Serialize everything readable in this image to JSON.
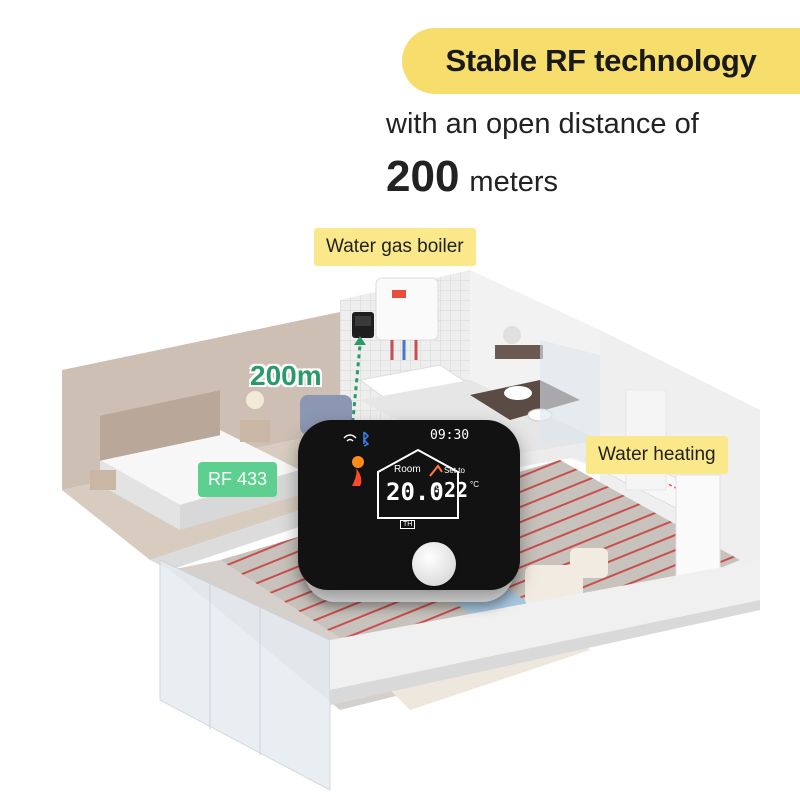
{
  "headline": {
    "banner_text": "Stable RF technology",
    "line1": "with an open distance of",
    "distance_value": "200",
    "distance_unit": "meters"
  },
  "tags": {
    "boiler": "Water gas boiler",
    "heating": "Water heating",
    "rf": "RF 433",
    "distance": "200m"
  },
  "thermostat": {
    "time": "09:30",
    "room_label": "Room",
    "room_temp": "20.0",
    "set_label": "Set to",
    "set_temp": "22",
    "unit": "°C",
    "tab_label": "TH"
  },
  "colors": {
    "banner": "#f7dd6c",
    "tag": "#fae88a",
    "rf_tag": "#5dcf8e",
    "arrow": "#2a9a6a",
    "floor_heating": "#d9534f"
  },
  "icons": [
    "wifi-icon",
    "bluetooth-icon",
    "sun-icon",
    "flame-icon",
    "house-icon",
    "dotted-arrow-icon"
  ]
}
